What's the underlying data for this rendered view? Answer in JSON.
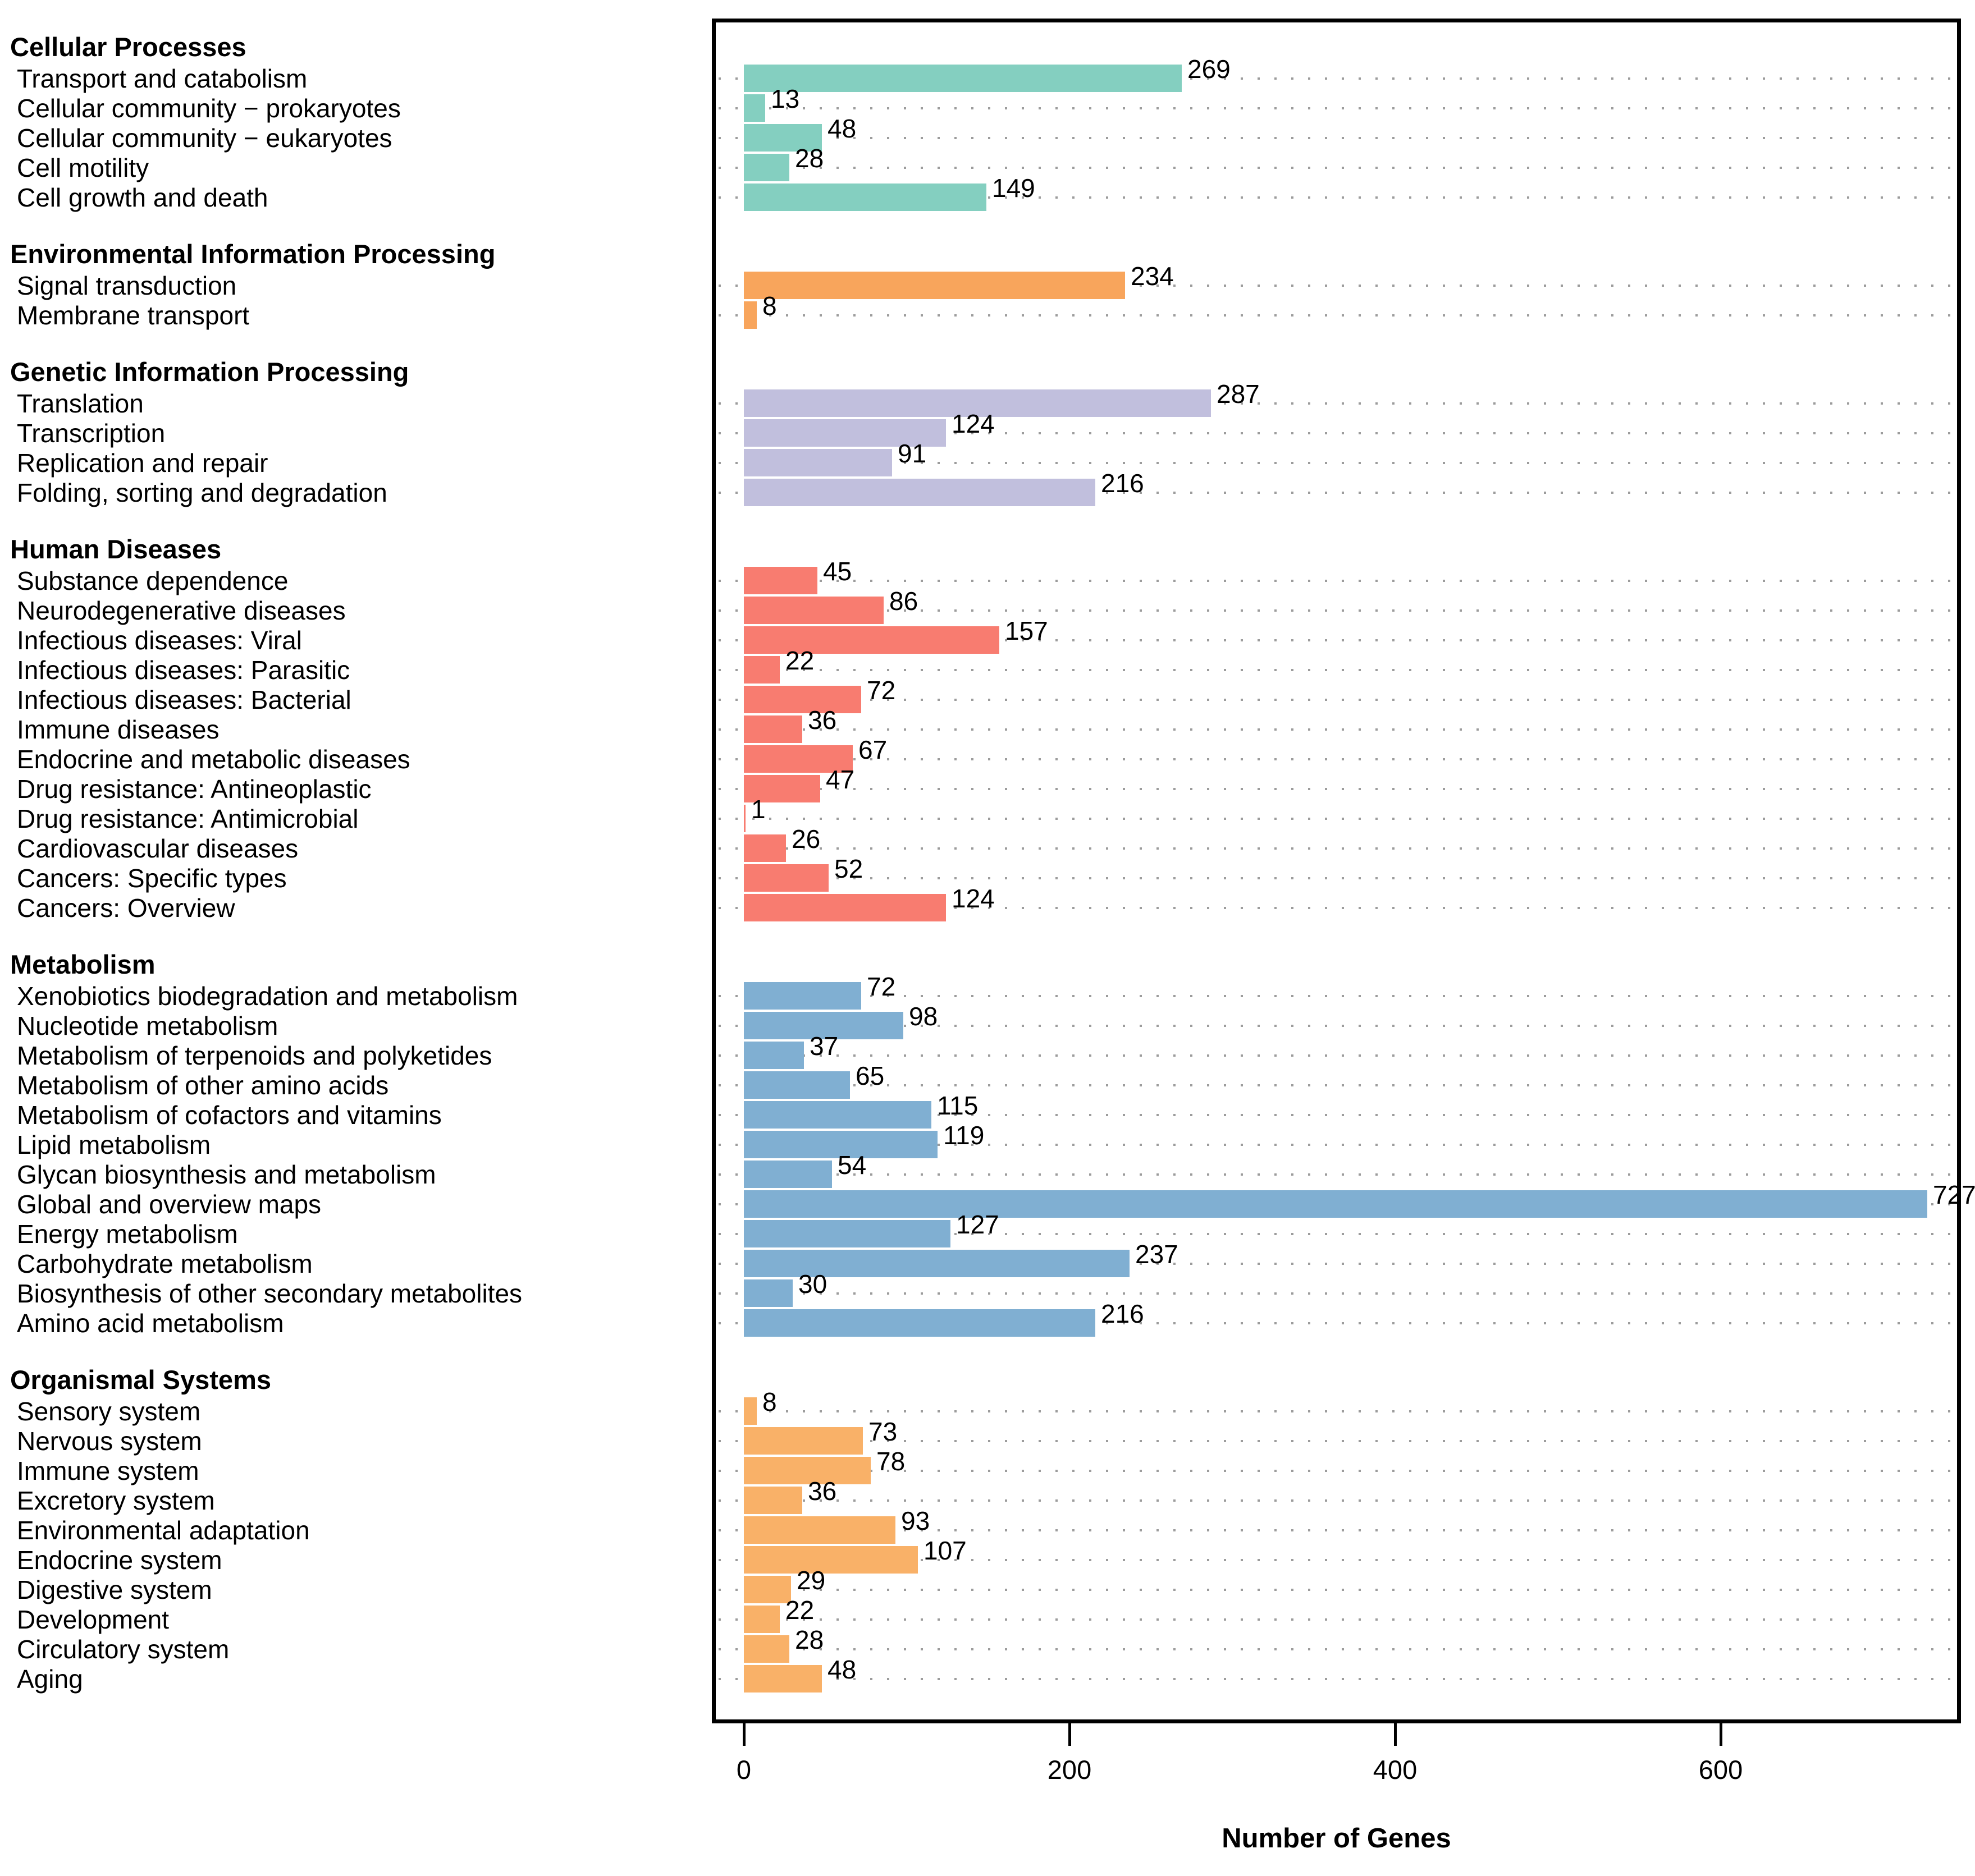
{
  "chart_data": {
    "type": "bar",
    "orientation": "horizontal",
    "xlabel": "Number of Genes",
    "x_ticks": [
      "0",
      "200",
      "400",
      "600"
    ],
    "x_tick_values": [
      0,
      200,
      400,
      600
    ],
    "xlim": [
      0,
      748
    ],
    "grid": "dotted horizontal lines per bar row",
    "legend_position": "none",
    "value_labels": "at end of each bar",
    "sections": [
      {
        "name": "Cellular Processes",
        "color": "#84CFC0",
        "items": [
          {
            "label": "Transport and catabolism",
            "value": 269
          },
          {
            "label": "Cellular community − prokaryotes",
            "value": 13
          },
          {
            "label": "Cellular community − eukaryotes",
            "value": 48
          },
          {
            "label": "Cell motility",
            "value": 28
          },
          {
            "label": "Cell growth and death",
            "value": 149
          }
        ]
      },
      {
        "name": "Environmental Information Processing",
        "color": "#F8A55C",
        "items": [
          {
            "label": "Signal transduction",
            "value": 234
          },
          {
            "label": "Membrane transport",
            "value": 8
          }
        ]
      },
      {
        "name": "Genetic Information Processing",
        "color": "#C1BFDD",
        "items": [
          {
            "label": "Translation",
            "value": 287
          },
          {
            "label": "Transcription",
            "value": 124
          },
          {
            "label": "Replication and repair",
            "value": 91
          },
          {
            "label": "Folding, sorting and degradation",
            "value": 216
          }
        ]
      },
      {
        "name": "Human Diseases",
        "color": "#F87C70",
        "items": [
          {
            "label": "Substance dependence",
            "value": 45
          },
          {
            "label": "Neurodegenerative diseases",
            "value": 86
          },
          {
            "label": "Infectious diseases: Viral",
            "value": 157
          },
          {
            "label": "Infectious diseases: Parasitic",
            "value": 22
          },
          {
            "label": "Infectious diseases: Bacterial",
            "value": 72
          },
          {
            "label": "Immune diseases",
            "value": 36
          },
          {
            "label": "Endocrine and metabolic diseases",
            "value": 67
          },
          {
            "label": "Drug resistance: Antineoplastic",
            "value": 47
          },
          {
            "label": "Drug resistance: Antimicrobial",
            "value": 1
          },
          {
            "label": "Cardiovascular diseases",
            "value": 26
          },
          {
            "label": "Cancers: Specific types",
            "value": 52
          },
          {
            "label": "Cancers: Overview",
            "value": 124
          }
        ]
      },
      {
        "name": "Metabolism",
        "color": "#80AFD2",
        "items": [
          {
            "label": "Xenobiotics biodegradation and metabolism",
            "value": 72
          },
          {
            "label": "Nucleotide metabolism",
            "value": 98
          },
          {
            "label": "Metabolism of terpenoids and polyketides",
            "value": 37
          },
          {
            "label": "Metabolism of other amino acids",
            "value": 65
          },
          {
            "label": "Metabolism of cofactors and vitamins",
            "value": 115
          },
          {
            "label": "Lipid metabolism",
            "value": 119
          },
          {
            "label": "Glycan biosynthesis and metabolism",
            "value": 54
          },
          {
            "label": "Global and overview maps",
            "value": 727
          },
          {
            "label": "Energy metabolism",
            "value": 127
          },
          {
            "label": "Carbohydrate metabolism",
            "value": 237
          },
          {
            "label": "Biosynthesis of other secondary metabolites",
            "value": 30
          },
          {
            "label": "Amino acid metabolism",
            "value": 216
          }
        ]
      },
      {
        "name": "Organismal Systems",
        "color": "#F9B168",
        "items": [
          {
            "label": "Sensory system",
            "value": 8
          },
          {
            "label": "Nervous system",
            "value": 73
          },
          {
            "label": "Immune system",
            "value": 78
          },
          {
            "label": "Excretory system",
            "value": 36
          },
          {
            "label": "Environmental adaptation",
            "value": 93
          },
          {
            "label": "Endocrine system",
            "value": 107
          },
          {
            "label": "Digestive system",
            "value": 29
          },
          {
            "label": "Development",
            "value": 22
          },
          {
            "label": "Circulatory system",
            "value": 28
          },
          {
            "label": "Aging",
            "value": 48
          }
        ]
      }
    ]
  }
}
